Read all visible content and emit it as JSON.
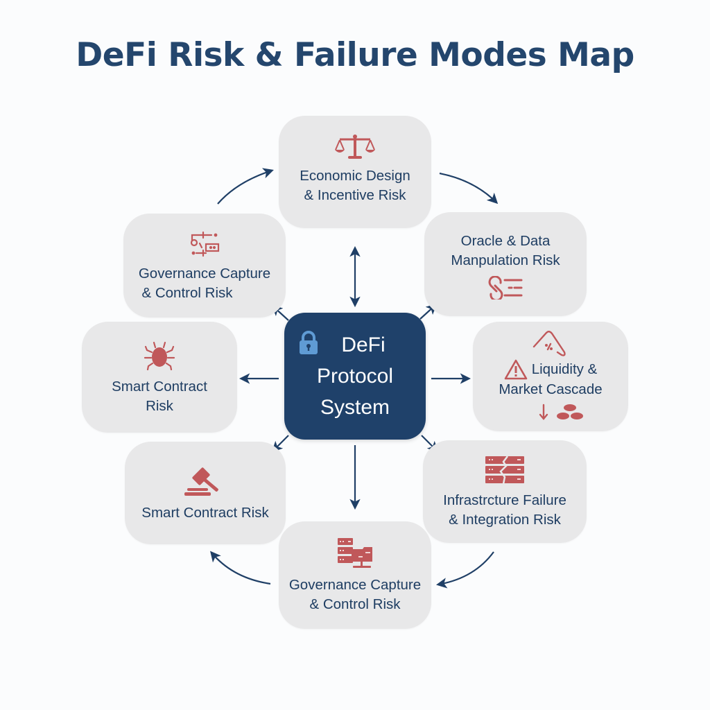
{
  "title": "DeFi Risk & Failure Modes Map",
  "center": {
    "icon": "lock-icon",
    "lines": [
      "DeFi",
      "Protocol",
      "System"
    ]
  },
  "nodes": [
    {
      "id": "economic",
      "lines": [
        "Economic Design",
        "& Incentive Risk"
      ],
      "icon": "scales-icon"
    },
    {
      "id": "oracle",
      "lines": [
        "Oracle & Data",
        "Manpulation Risk"
      ],
      "icon": "oracle-data-icon"
    },
    {
      "id": "liquidity",
      "lines": [
        "Liquidity &",
        "Market Cascade"
      ],
      "icon": "market-cascade-icon"
    },
    {
      "id": "infrastructure",
      "lines": [
        "Infrastrcture Failure",
        "& Integration Risk"
      ],
      "icon": "broken-server-icon"
    },
    {
      "id": "governance-bottom",
      "lines": [
        "Governance Capture",
        "& Control Risk"
      ],
      "icon": "server-network-icon"
    },
    {
      "id": "smart-contract-gavel",
      "lines": [
        "Smart Contract Risk"
      ],
      "icon": "gavel-icon"
    },
    {
      "id": "smart-contract-bug",
      "lines": [
        "Smart Contract",
        "Risk"
      ],
      "icon": "bug-icon"
    },
    {
      "id": "governance-top",
      "lines": [
        "Governance Capture",
        "& Control Risk"
      ],
      "icon": "governance-flow-icon"
    }
  ],
  "colors": {
    "title": "#24466d",
    "center_fill": "#1f416a",
    "node_fill": "#e8e8e9",
    "text": "#1e3d62",
    "icon_red": "#c0585a",
    "lock_blue": "#5f9bd4",
    "arrow": "#1f3f66"
  }
}
